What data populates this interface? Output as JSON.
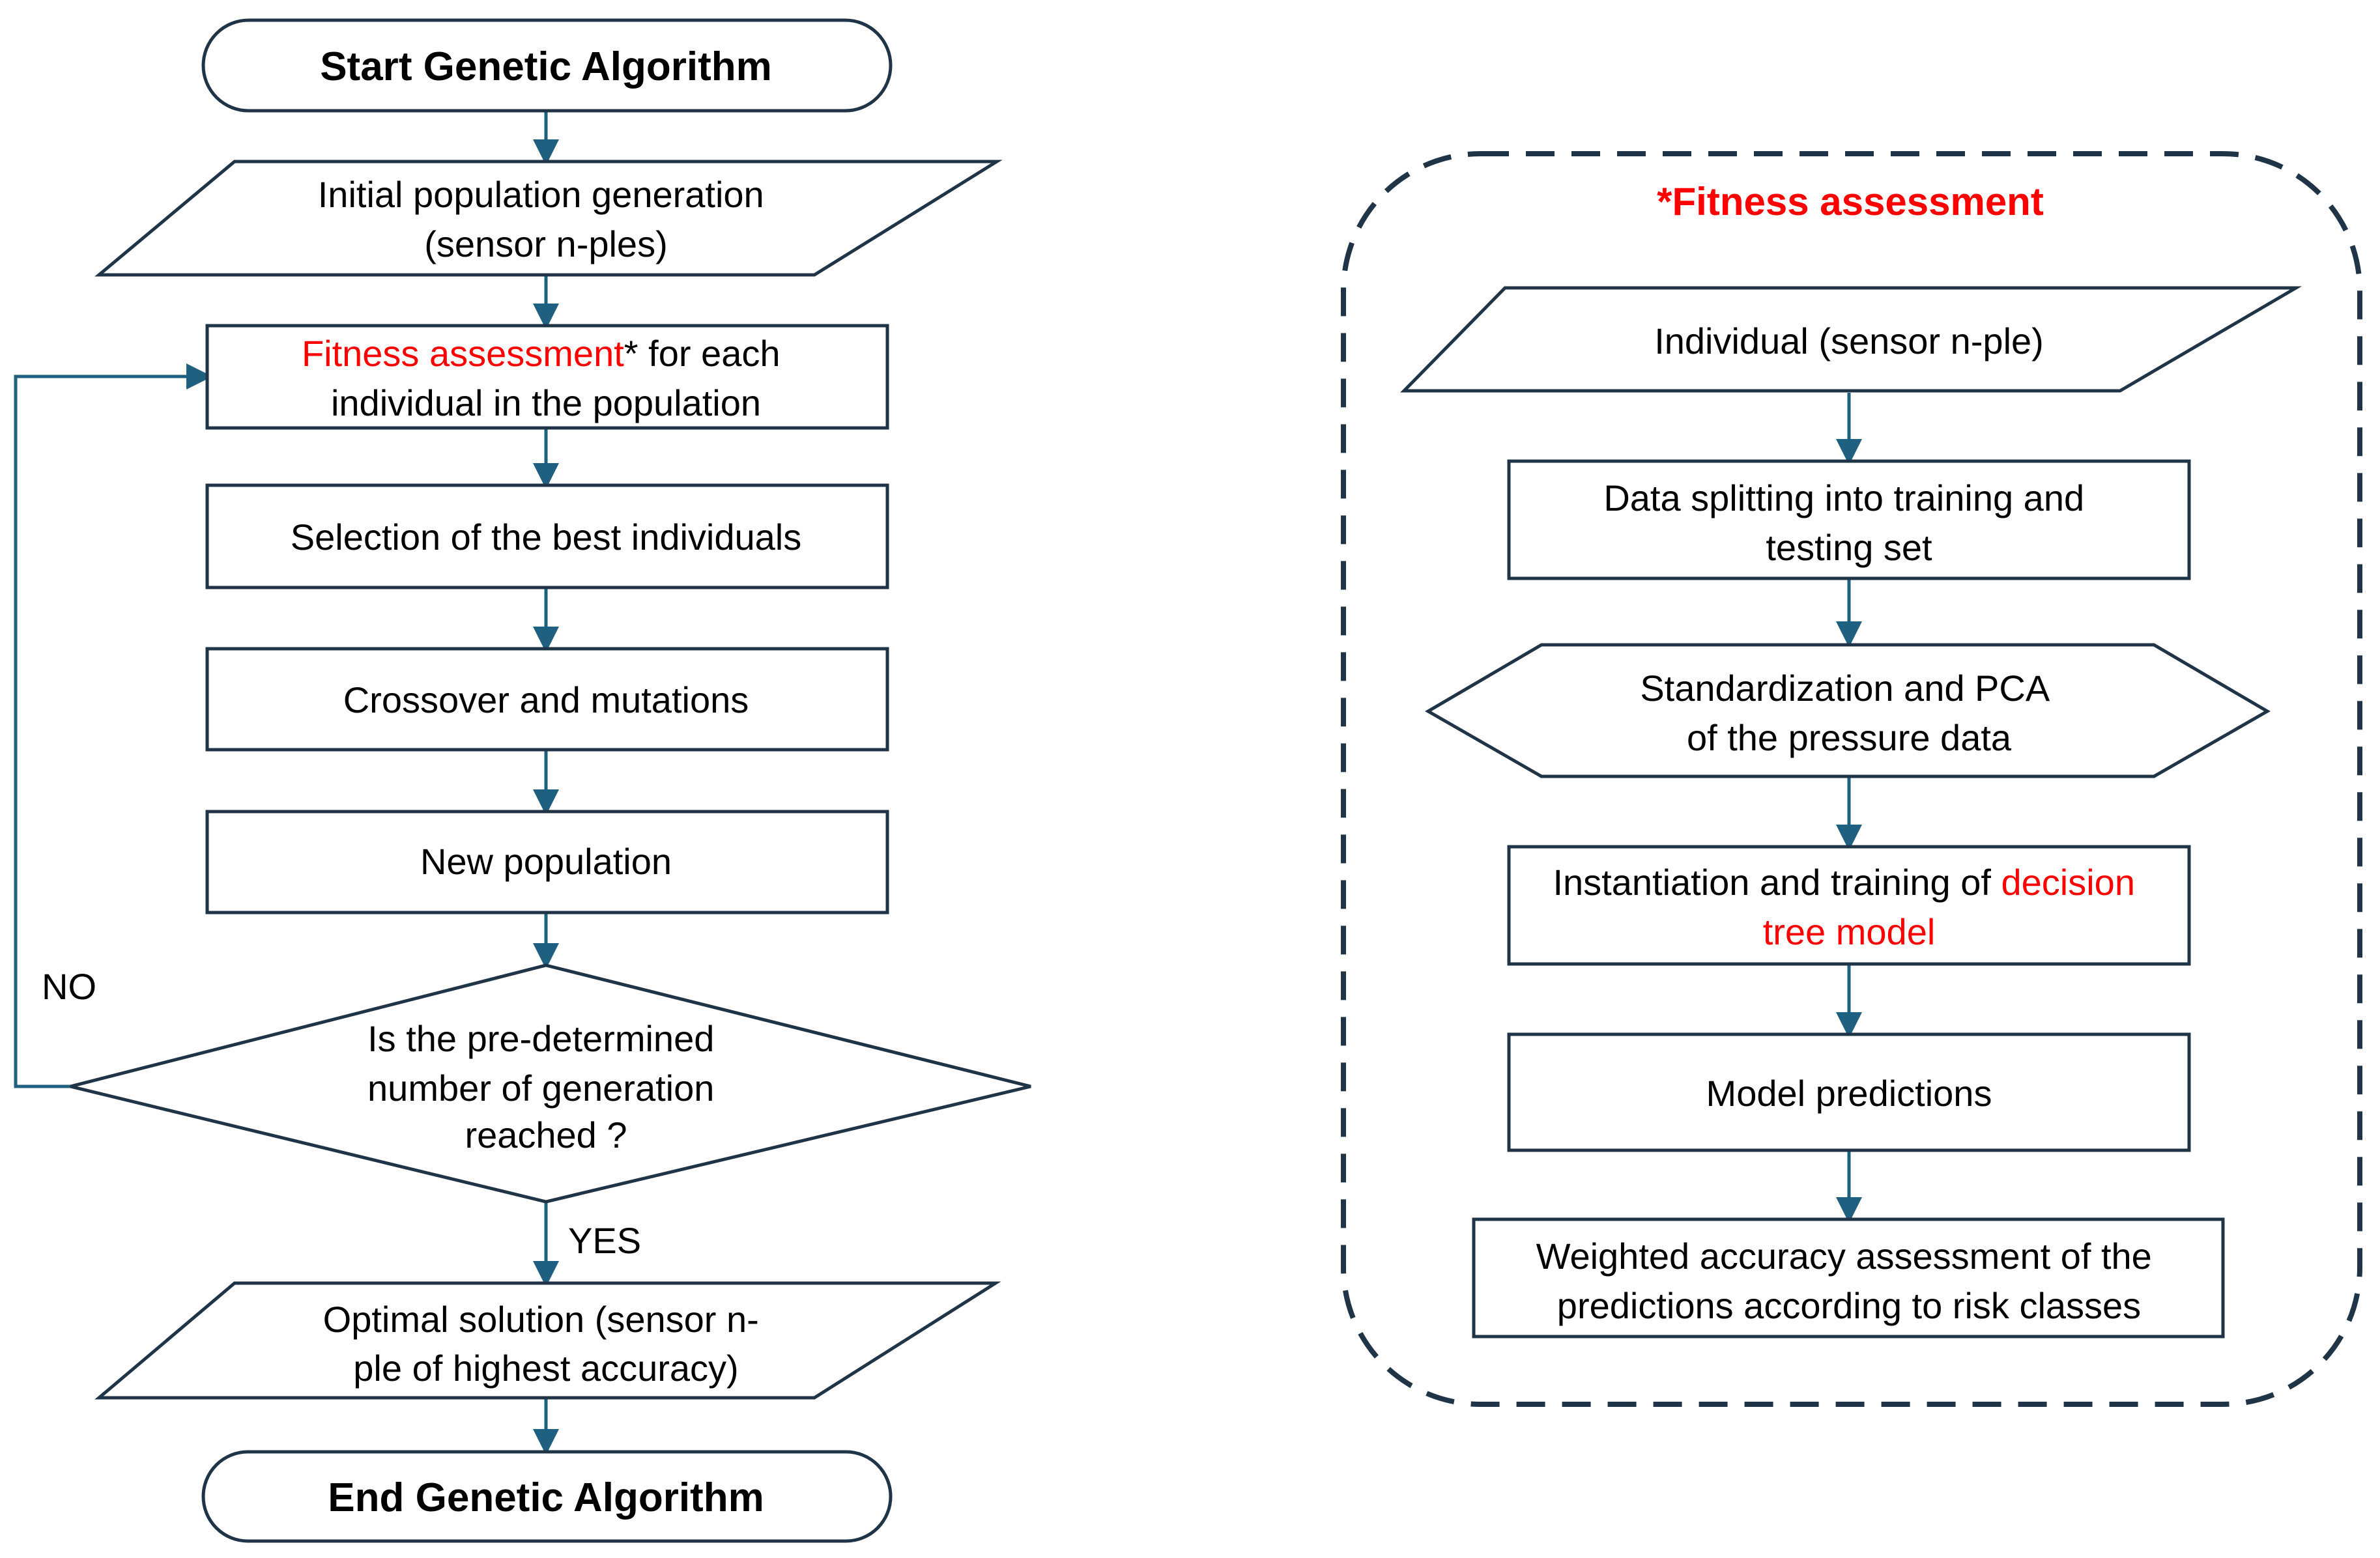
{
  "colors": {
    "outline": "#1f3446",
    "arrow": "#1f5f7f",
    "highlight": "#ff0000"
  },
  "left_flow": {
    "start": "Start Genetic Algorithm",
    "init": [
      "Initial population generation",
      "(sensor n-ples)"
    ],
    "fitness": {
      "highlight": "Fitness assessment",
      "rest": "* for each",
      "line2": "individual in the population"
    },
    "selection": "Selection of the best individuals",
    "crossover": "Crossover and mutations",
    "newpop": "New population",
    "decision": [
      "Is the pre-determined",
      "number of generation",
      "reached ?"
    ],
    "no_label": "NO",
    "yes_label": "YES",
    "optimal": [
      "Optimal solution (sensor n-",
      "ple of highest accuracy)"
    ],
    "end": "End Genetic Algorithm"
  },
  "right_flow": {
    "title": "*Fitness assessment",
    "individual": "Individual (sensor n-ple)",
    "split": [
      "Data splitting into training and",
      "testing set"
    ],
    "pca": [
      "Standardization and PCA",
      "of the pressure data"
    ],
    "train": {
      "line1_prefix": "Instantiation and training of ",
      "line1_highlight": "decision",
      "line2_highlight": "tree model"
    },
    "predict": "Model predictions",
    "weighted": [
      "Weighted accuracy assessment of the",
      "predictions according to risk classes"
    ]
  }
}
